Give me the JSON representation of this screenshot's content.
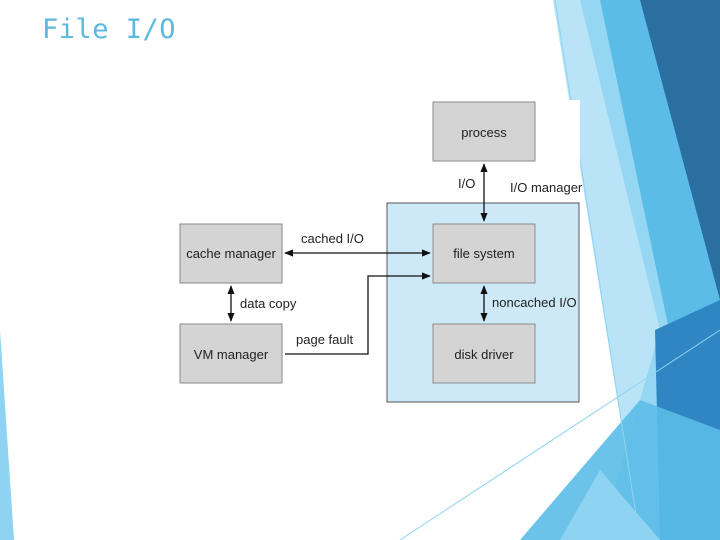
{
  "slide": {
    "title": "File I/O"
  },
  "diagram": {
    "nodes": {
      "process": "process",
      "file_system": "file system",
      "cache_manager": "cache manager",
      "vm_manager": "VM manager",
      "disk_driver": "disk driver"
    },
    "labels": {
      "io": "I/O",
      "io_manager": "I/O manager",
      "cached_io": "cached I/O",
      "data_copy": "data copy",
      "noncached_io": "noncached I/O",
      "page_fault": "page fault"
    },
    "colors": {
      "box_fill": "#d4d4d4",
      "box_stroke": "#8a8a8a",
      "io_manager_fill": "#cde9f8",
      "io_manager_stroke": "#555555",
      "arrow": "#111111"
    }
  },
  "decor": {
    "accent_colors": [
      "#1d6fa5",
      "#2f86c3",
      "#5cbce8",
      "#8ed3f2",
      "#b9e4f7"
    ]
  }
}
